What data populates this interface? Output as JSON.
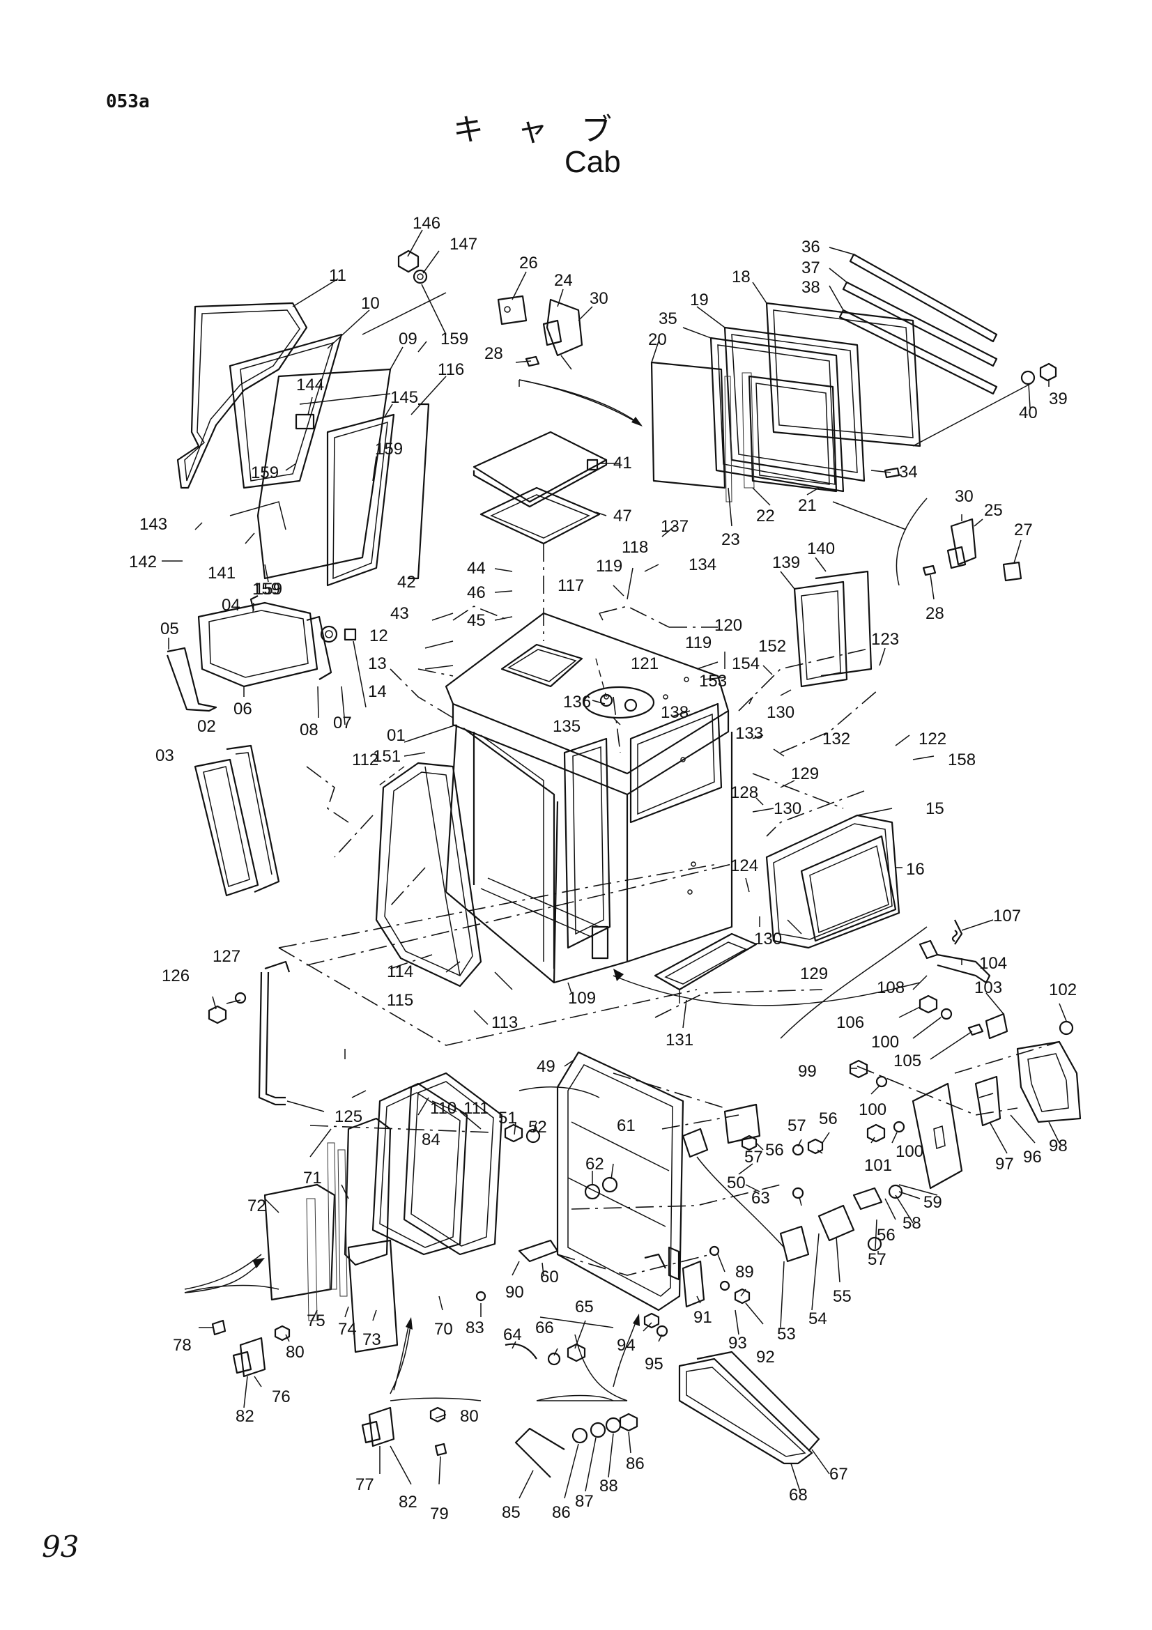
{
  "header": {
    "page_code": "053a",
    "title_japanese": "キャブ",
    "title_english": "Cab"
  },
  "footer": {
    "page_number": "93"
  },
  "callouts": [
    "146",
    "147",
    "11",
    "10",
    "09",
    "159",
    "144",
    "145",
    "116",
    "159",
    "159",
    "159",
    "143",
    "142",
    "141",
    "159",
    "04",
    "05",
    "06",
    "08",
    "07",
    "26",
    "24",
    "30",
    "28",
    "41",
    "47",
    "44",
    "46",
    "45",
    "137",
    "134",
    "118",
    "119",
    "117",
    "42",
    "43",
    "12",
    "13",
    "14",
    "01",
    "151",
    "36",
    "37",
    "38",
    "39",
    "40",
    "18",
    "19",
    "35",
    "20",
    "23",
    "22",
    "21",
    "34",
    "30",
    "25",
    "27",
    "28",
    "139",
    "140",
    "123",
    "120",
    "119",
    "121",
    "152",
    "154",
    "153",
    "130",
    "138",
    "135",
    "136",
    "133",
    "132",
    "122",
    "158",
    "129",
    "128",
    "130",
    "15",
    "16",
    "124",
    "130",
    "129",
    "107",
    "104",
    "108",
    "103",
    "106",
    "100",
    "105",
    "102",
    "99",
    "100",
    "101",
    "100",
    "97",
    "96",
    "98",
    "02",
    "03",
    "112",
    "114",
    "115",
    "113",
    "109",
    "131",
    "127",
    "126",
    "125",
    "49",
    "110",
    "111",
    "51",
    "52",
    "62",
    "61",
    "84",
    "71",
    "72",
    "75",
    "74",
    "73",
    "70",
    "83",
    "60",
    "90",
    "50",
    "63",
    "57",
    "56",
    "57",
    "56",
    "59",
    "58",
    "56",
    "57",
    "55",
    "54",
    "53",
    "89",
    "91",
    "93",
    "92",
    "94",
    "95",
    "65",
    "66",
    "64",
    "78",
    "80",
    "76",
    "82",
    "80",
    "77",
    "82",
    "79",
    "85",
    "86",
    "87",
    "88",
    "86",
    "67",
    "68"
  ]
}
